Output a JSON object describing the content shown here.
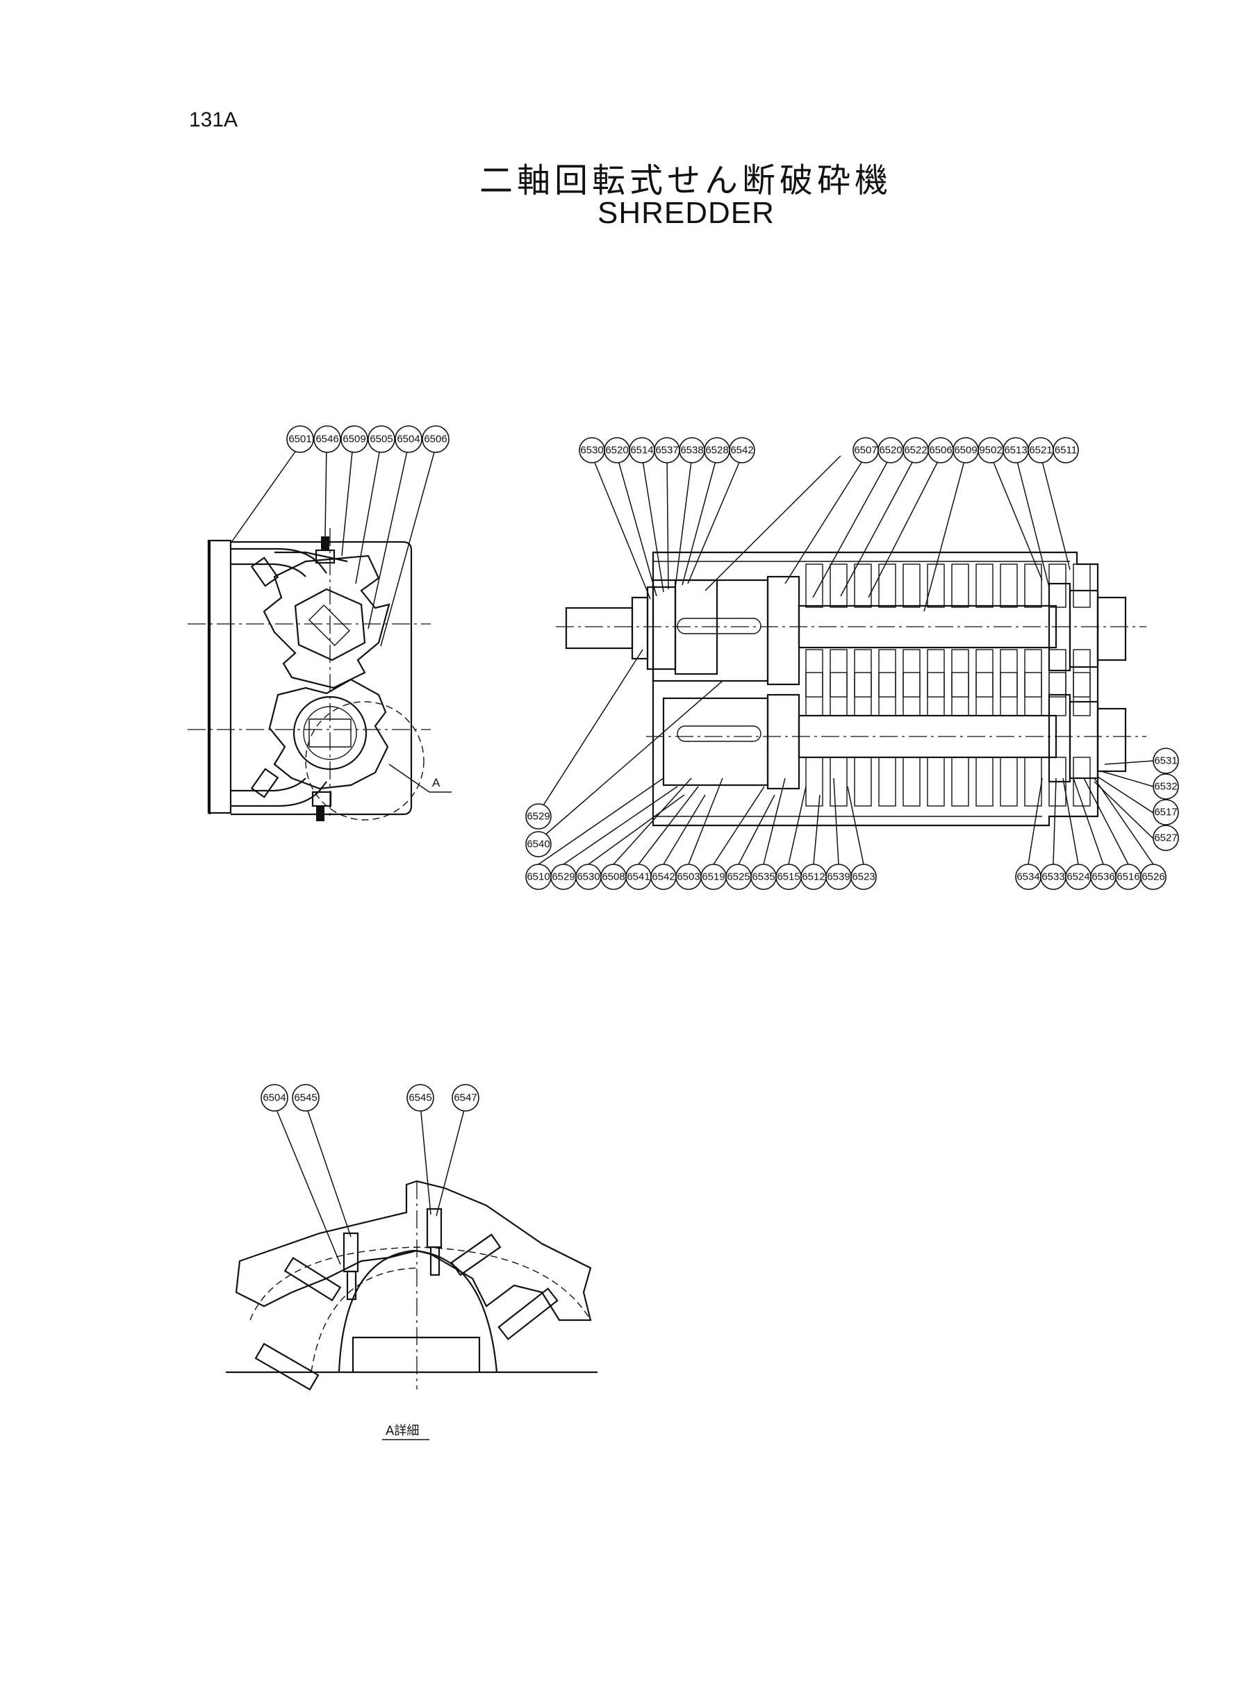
{
  "sheet": {
    "page_number": "131A",
    "title_jp": "二軸回転式せん断破砕機",
    "title_en": "SHREDDER"
  },
  "side_view": {
    "labels": [
      "6501",
      "6546",
      "6509",
      "6505",
      "6504",
      "6506"
    ],
    "section_mark": "A"
  },
  "plan_view": {
    "top_left": [
      "6530",
      "6520",
      "6514",
      "6537",
      "6538",
      "6528",
      "6542"
    ],
    "top_right": [
      "6507",
      "6520",
      "6522",
      "6506",
      "6509",
      "9502",
      "6513",
      "6521",
      "6511"
    ],
    "left_side": [
      "6529",
      "6540"
    ],
    "right_side": [
      "6531",
      "6532",
      "6517",
      "6527"
    ],
    "bottom_left": [
      "6510",
      "6529",
      "6530",
      "6508",
      "6541",
      "6542",
      "6503",
      "6519",
      "6525",
      "6535",
      "6515",
      "6512",
      "6539",
      "6523"
    ],
    "bottom_right": [
      "6534",
      "6533",
      "6524",
      "6536",
      "6516",
      "6526"
    ]
  },
  "detail_view": {
    "labels": [
      "6504",
      "6545",
      "6545",
      "6547"
    ],
    "caption": "A詳細"
  }
}
